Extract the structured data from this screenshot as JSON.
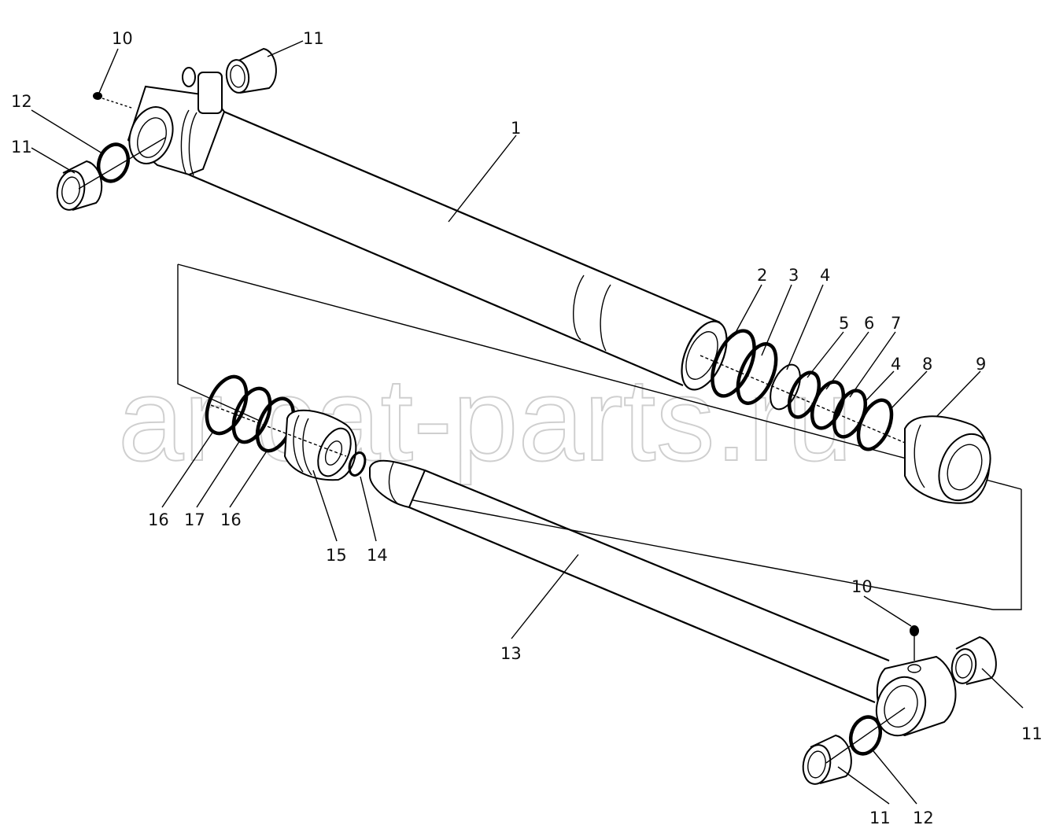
{
  "watermark": "ar cat-parts.ru",
  "labels": {
    "l1": "1",
    "l2": "2",
    "l3": "3",
    "l4a": "4",
    "l4b": "4",
    "l5": "5",
    "l6": "6",
    "l7": "7",
    "l8": "8",
    "l9": "9",
    "l10a": "10",
    "l10b": "10",
    "l11a": "11",
    "l11b": "11",
    "l11c": "11",
    "l11d": "11",
    "l12a": "12",
    "l12b": "12",
    "l13": "13",
    "l14": "14",
    "l15": "15",
    "l16a": "16",
    "l16b": "16",
    "l17": "17"
  }
}
